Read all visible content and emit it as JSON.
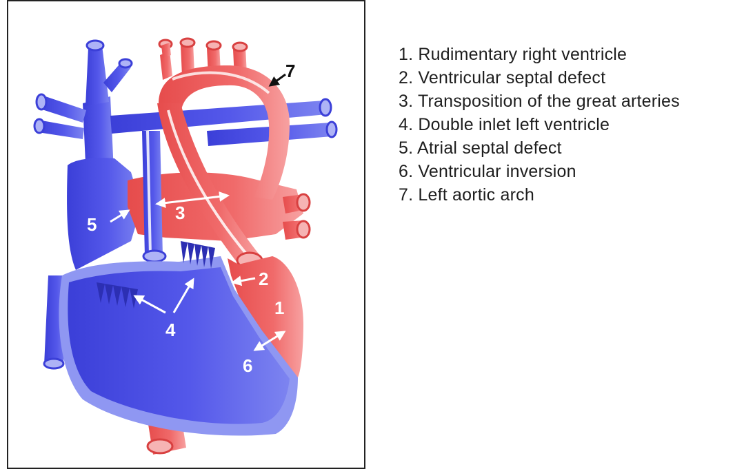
{
  "legend": [
    {
      "number": "1",
      "text": "1. Rudimentary right ventricle"
    },
    {
      "number": "2",
      "text": "2. Ventricular septal defect"
    },
    {
      "number": "3",
      "text": "3. Transposition of the great arteries"
    },
    {
      "number": "4",
      "text": "4. Double inlet left ventricle"
    },
    {
      "number": "5",
      "text": "5. Atrial septal defect"
    },
    {
      "number": "6",
      "text": "6. Ventricular inversion"
    },
    {
      "number": "7",
      "text": "7. Left aortic arch"
    }
  ],
  "callouts": {
    "c1": "1",
    "c2": "2",
    "c3": "3",
    "c4": "4",
    "c5": "5",
    "c6": "6",
    "c7": "7"
  },
  "colors": {
    "deoxygenated_blue": "#4a4ee6",
    "deoxygenated_light": "#8f97f2",
    "oxygenated_red": "#ec5a5a",
    "oxygenated_light": "#f6a3a3",
    "frame": "#222222"
  }
}
